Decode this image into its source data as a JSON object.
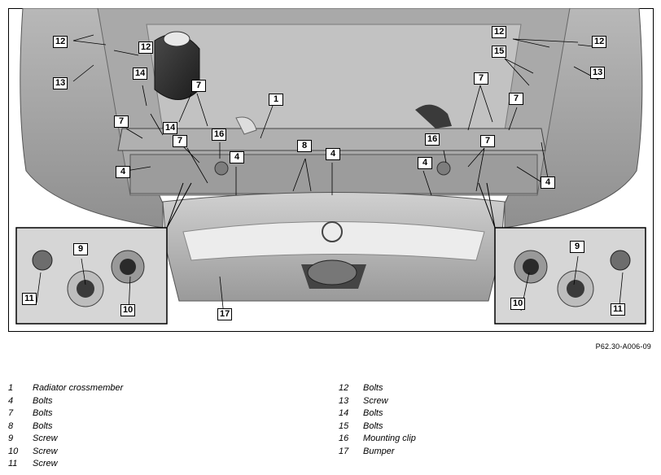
{
  "figure": {
    "reference": "P62.30-A006-09",
    "callouts": {
      "c1": "1",
      "c4a": "4",
      "c4b": "4",
      "c4c": "4",
      "c4d": "4",
      "c4e": "4",
      "c7a": "7",
      "c7b": "7",
      "c7c": "7",
      "c7d": "7",
      "c7e": "7",
      "c7f": "7",
      "c8": "8",
      "c9a": "9",
      "c9b": "9",
      "c10a": "10",
      "c10b": "10",
      "c11a": "11",
      "c11b": "11",
      "c12a": "12",
      "c12b": "12",
      "c12c": "12",
      "c12d": "12",
      "c13a": "13",
      "c13b": "13",
      "c14a": "14",
      "c14b": "14",
      "c15": "15",
      "c16a": "16",
      "c16b": "16",
      "c17": "17"
    }
  },
  "legend": {
    "left": [
      {
        "num": "1",
        "text": "Radiator crossmember"
      },
      {
        "num": "4",
        "text": "Bolts"
      },
      {
        "num": "7",
        "text": "Bolts"
      },
      {
        "num": "8",
        "text": "Bolts"
      },
      {
        "num": "9",
        "text": "Screw"
      },
      {
        "num": "10",
        "text": "Screw"
      },
      {
        "num": "11",
        "text": "Screw"
      }
    ],
    "right": [
      {
        "num": "12",
        "text": "Bolts"
      },
      {
        "num": "13",
        "text": "Screw"
      },
      {
        "num": "14",
        "text": "Bolts"
      },
      {
        "num": "15",
        "text": "Bolts"
      },
      {
        "num": "16",
        "text": "Mounting clip"
      },
      {
        "num": "17",
        "text": "Bumper"
      }
    ]
  }
}
